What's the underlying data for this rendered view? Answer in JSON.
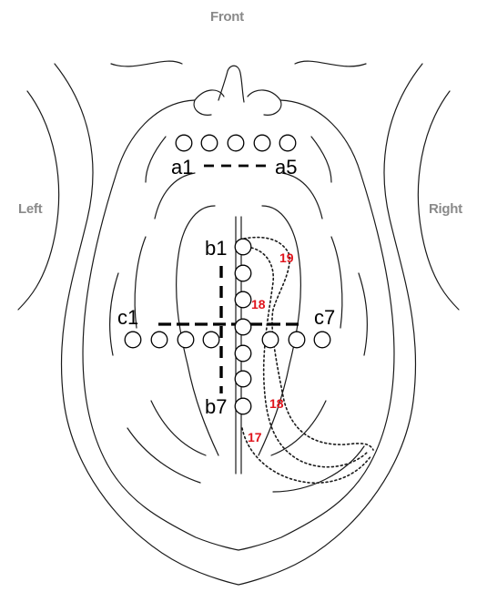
{
  "orientation": {
    "front": "Front",
    "left": "Left",
    "right": "Right"
  },
  "rows": {
    "a": {
      "start_label": "a1",
      "end_label": "a5",
      "count": 5
    },
    "b": {
      "start_label": "b1",
      "end_label": "b7",
      "count": 7
    },
    "c": {
      "start_label": "c1",
      "end_label": "c7",
      "count": 7
    }
  },
  "area_labels": [
    "19",
    "18",
    "18",
    "17"
  ],
  "colors": {
    "outline": "#1a1a1a",
    "area_label": "#e0141c",
    "orientation_text": "#8a8a8a"
  }
}
